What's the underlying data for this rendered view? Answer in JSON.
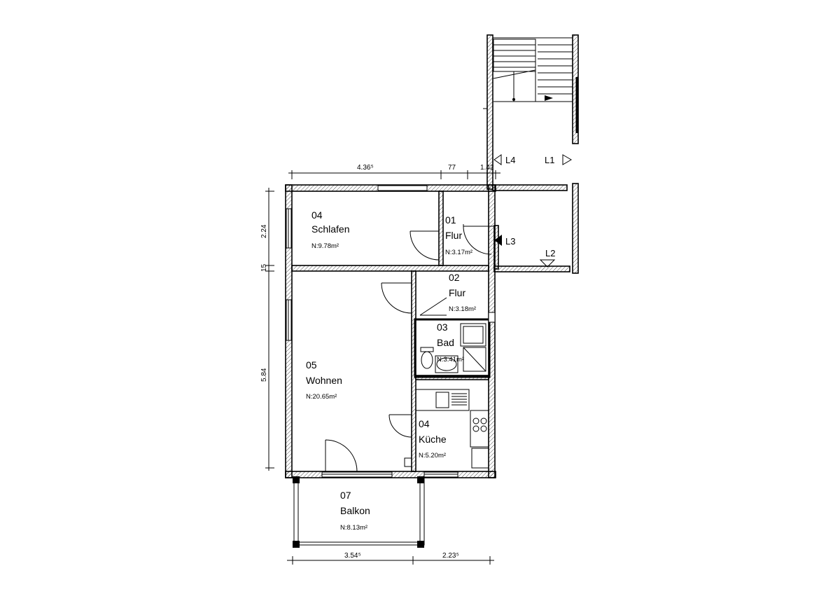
{
  "rooms": [
    {
      "id": "01",
      "name": "Flur",
      "area": "N:3.17m²"
    },
    {
      "id": "02",
      "name": "Flur",
      "area": "N:3.18m²"
    },
    {
      "id": "03",
      "name": "Bad",
      "area": "N:3.41m²"
    },
    {
      "id": "04",
      "name": "Küche",
      "area": "N:5.20m²"
    },
    {
      "id": "04",
      "name": "Schlafen",
      "area": "N:9.78m²"
    },
    {
      "id": "05",
      "name": "Wohnen",
      "area": "N:20.65m²"
    },
    {
      "id": "07",
      "name": "Balkon",
      "area": "N:8.13m²"
    }
  ],
  "dimensions": {
    "top": [
      "4.36⁵",
      "77",
      "1.42"
    ],
    "left": [
      "2.24",
      "15",
      "5.84"
    ],
    "bottom": [
      "3.54⁵",
      "2.23⁵"
    ]
  },
  "markers": {
    "L1": "L1",
    "L2": "L2",
    "L3": "L3",
    "L4": "L4"
  }
}
